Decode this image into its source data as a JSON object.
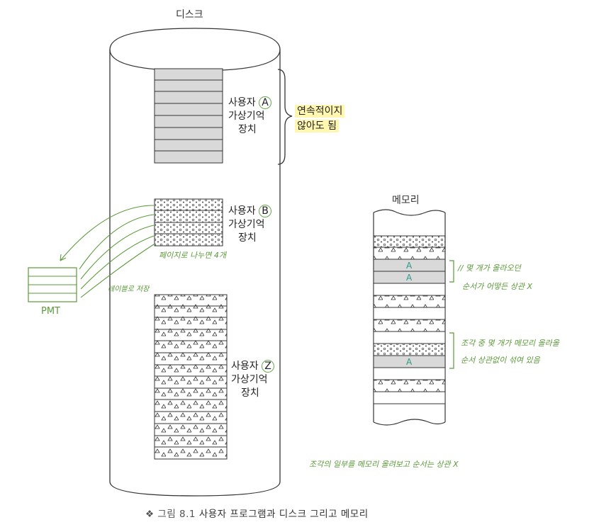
{
  "disk_title": "디스크",
  "memory_title": "메모리",
  "pmt_label": "PMT",
  "users": [
    {
      "line1": "사용자",
      "letter": "A",
      "line2": "가상기억",
      "line3": "장치"
    },
    {
      "line1": "사용자",
      "letter": "B",
      "line2": "가상기억",
      "line3": "장치"
    },
    {
      "line1": "사용자",
      "letter": "Z",
      "line2": "가상기억",
      "line3": "장치"
    }
  ],
  "brace_note": {
    "line1": "연속적이지",
    "line2": "않아도 됨"
  },
  "handwritten": {
    "page_split": "페이지로 나누면 4개",
    "table_store": "테이블로 저장",
    "note_a_1": "// 몇 개가 올라오던",
    "note_a_2": "순서가 어떻든 상관 X",
    "note_b_1": "조각 중 몇 개가 메모리 올라올",
    "note_b_2": "순서 상관없이 섞여 있음",
    "bottom": "조각의 일부를 메모리 올려보고 순서는 상관 X",
    "mem_a1": "A",
    "mem_a2": "A",
    "mem_a3": "A"
  },
  "caption": {
    "symbol": "❖",
    "figure": "그림 8.1",
    "text": "사용자 프로그램과 디스크 그리고 메모리"
  },
  "colors": {
    "gray_fill": "#d9d9d9",
    "green": "#5b9a3a",
    "highlight": "#fff6b0",
    "line": "#333333"
  }
}
